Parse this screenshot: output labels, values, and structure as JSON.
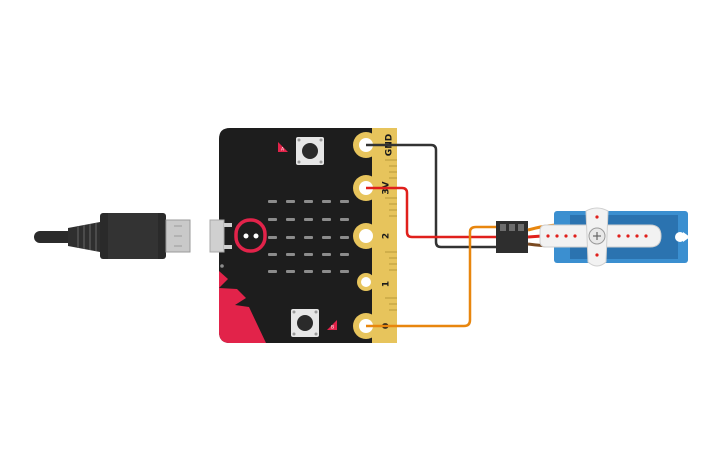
{
  "circuit": {
    "board": {
      "pins": [
        {
          "label": "GND"
        },
        {
          "label": "3V"
        },
        {
          "label": "2"
        },
        {
          "label": "1"
        },
        {
          "label": "0"
        }
      ],
      "button_a_label": "A",
      "button_b_label": "B"
    },
    "wires": [
      {
        "from": "GND",
        "to": "servo-brown",
        "color": "#333333"
      },
      {
        "from": "3V",
        "to": "servo-red",
        "color": "#e0201c"
      },
      {
        "from": "0",
        "to": "servo-signal",
        "color": "#e8860e"
      }
    ],
    "colors": {
      "board_black": "#1d1d1d",
      "edge_gold": "#e7c45c",
      "accent_red": "#e2234a",
      "servo_blue": "#3b8fd0"
    }
  }
}
